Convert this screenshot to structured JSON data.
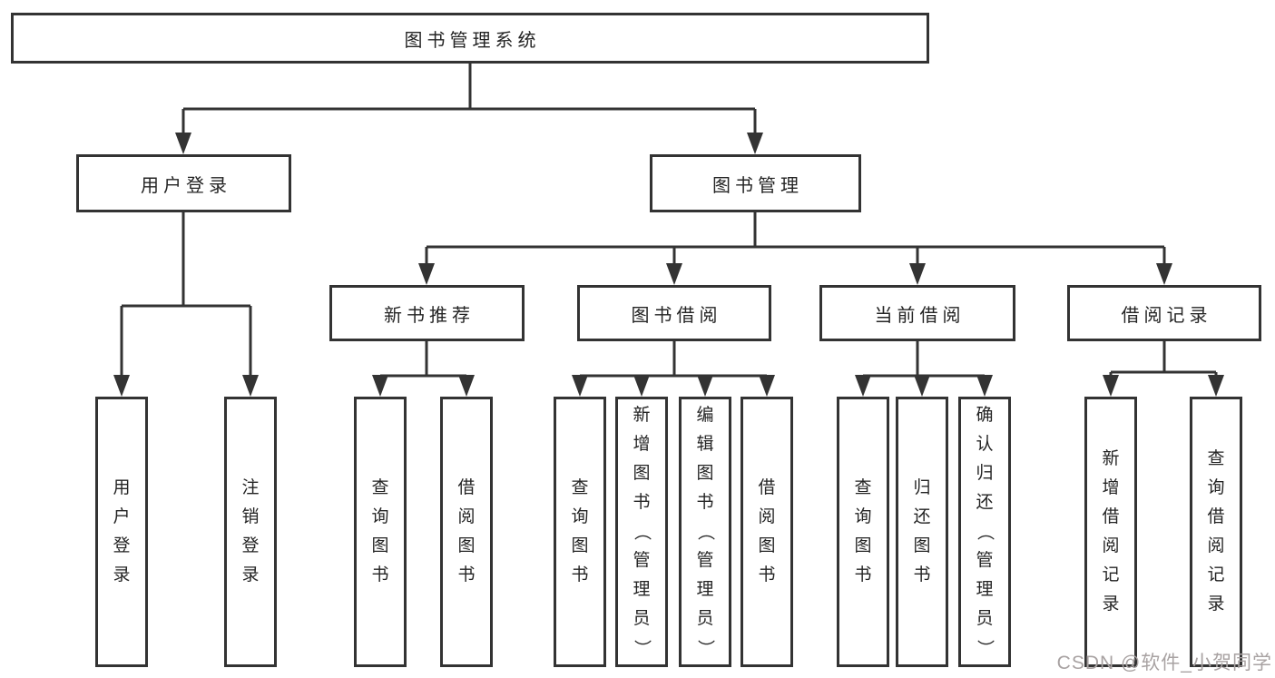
{
  "colors": {
    "page_background": "#ffffff",
    "box_background": "#ffffff",
    "box_border": "#333333",
    "connector_line": "#333333",
    "text": "#242424",
    "watermark": "#a8a2a2"
  },
  "watermark": {
    "text": "CSDN @软件_小贺同学"
  },
  "tree": {
    "label": "图书管理系统",
    "children": [
      {
        "label": "用户登录",
        "children": [
          {
            "label": "用户登录"
          },
          {
            "label": "注销登录"
          }
        ]
      },
      {
        "label": "图书管理",
        "children": [
          {
            "label": "新书推荐",
            "children": [
              {
                "label": "查询图书"
              },
              {
                "label": "借阅图书"
              }
            ]
          },
          {
            "label": "图书借阅",
            "children": [
              {
                "label": "查询图书"
              },
              {
                "label": "新增图书（管理员）"
              },
              {
                "label": "编辑图书（管理员）"
              },
              {
                "label": "借阅图书"
              }
            ]
          },
          {
            "label": "当前借阅",
            "children": [
              {
                "label": "查询图书"
              },
              {
                "label": "归还图书"
              },
              {
                "label": "确认归还（管理员）"
              }
            ]
          },
          {
            "label": "借阅记录",
            "children": [
              {
                "label": "新增借阅记录"
              },
              {
                "label": "查询借阅记录"
              }
            ]
          }
        ]
      }
    ]
  }
}
